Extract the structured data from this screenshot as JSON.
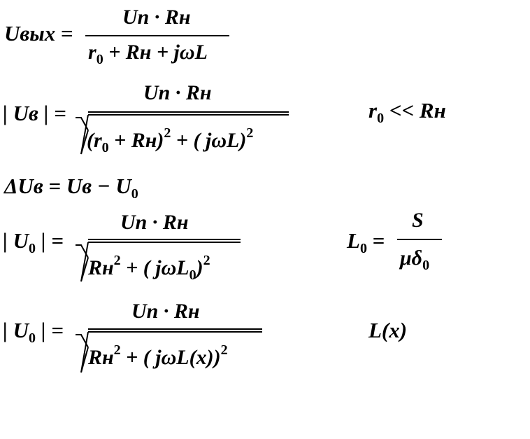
{
  "eq1": {
    "lhs": "Uвых",
    "eq": "=",
    "num": "Un · Rн",
    "den_r": "r",
    "den_r_sub": "0",
    "den_rest": " + Rн + jωL"
  },
  "eq2": {
    "lhs": "| Uв | =",
    "num": "Un · Rн",
    "den_a": "(r",
    "den_a_sub": "0",
    "den_b": " + Rн)",
    "den_b_sup": "2",
    "den_c": " + ( jωL)",
    "den_c_sup": "2",
    "side_r": "r",
    "side_sub": "0",
    "side_rest": " << Rн"
  },
  "eq3": {
    "text": "ΔUв = Uв − U",
    "sub": "0"
  },
  "eq4": {
    "lhs_a": "| U",
    "lhs_sub": "0",
    "lhs_b": " | =",
    "num": "Un · Rн",
    "den_a": "Rн",
    "den_a_sup": "2",
    "den_b": " + ( jωL",
    "den_b_sub": "0",
    "den_c": ")",
    "den_c_sup": "2",
    "side_lhs": "L",
    "side_lhs_sub": "0",
    "side_eq": "=",
    "side_num": "S",
    "side_den": "μδ",
    "side_den_sub": "0"
  },
  "eq5": {
    "lhs_a": "| U",
    "lhs_sub": "0",
    "lhs_b": " | =",
    "num": "Un · Rн",
    "den_a": "Rн",
    "den_a_sup": "2",
    "den_b": " + ( jωL(x))",
    "den_b_sup": "2",
    "side": "L(x)"
  }
}
